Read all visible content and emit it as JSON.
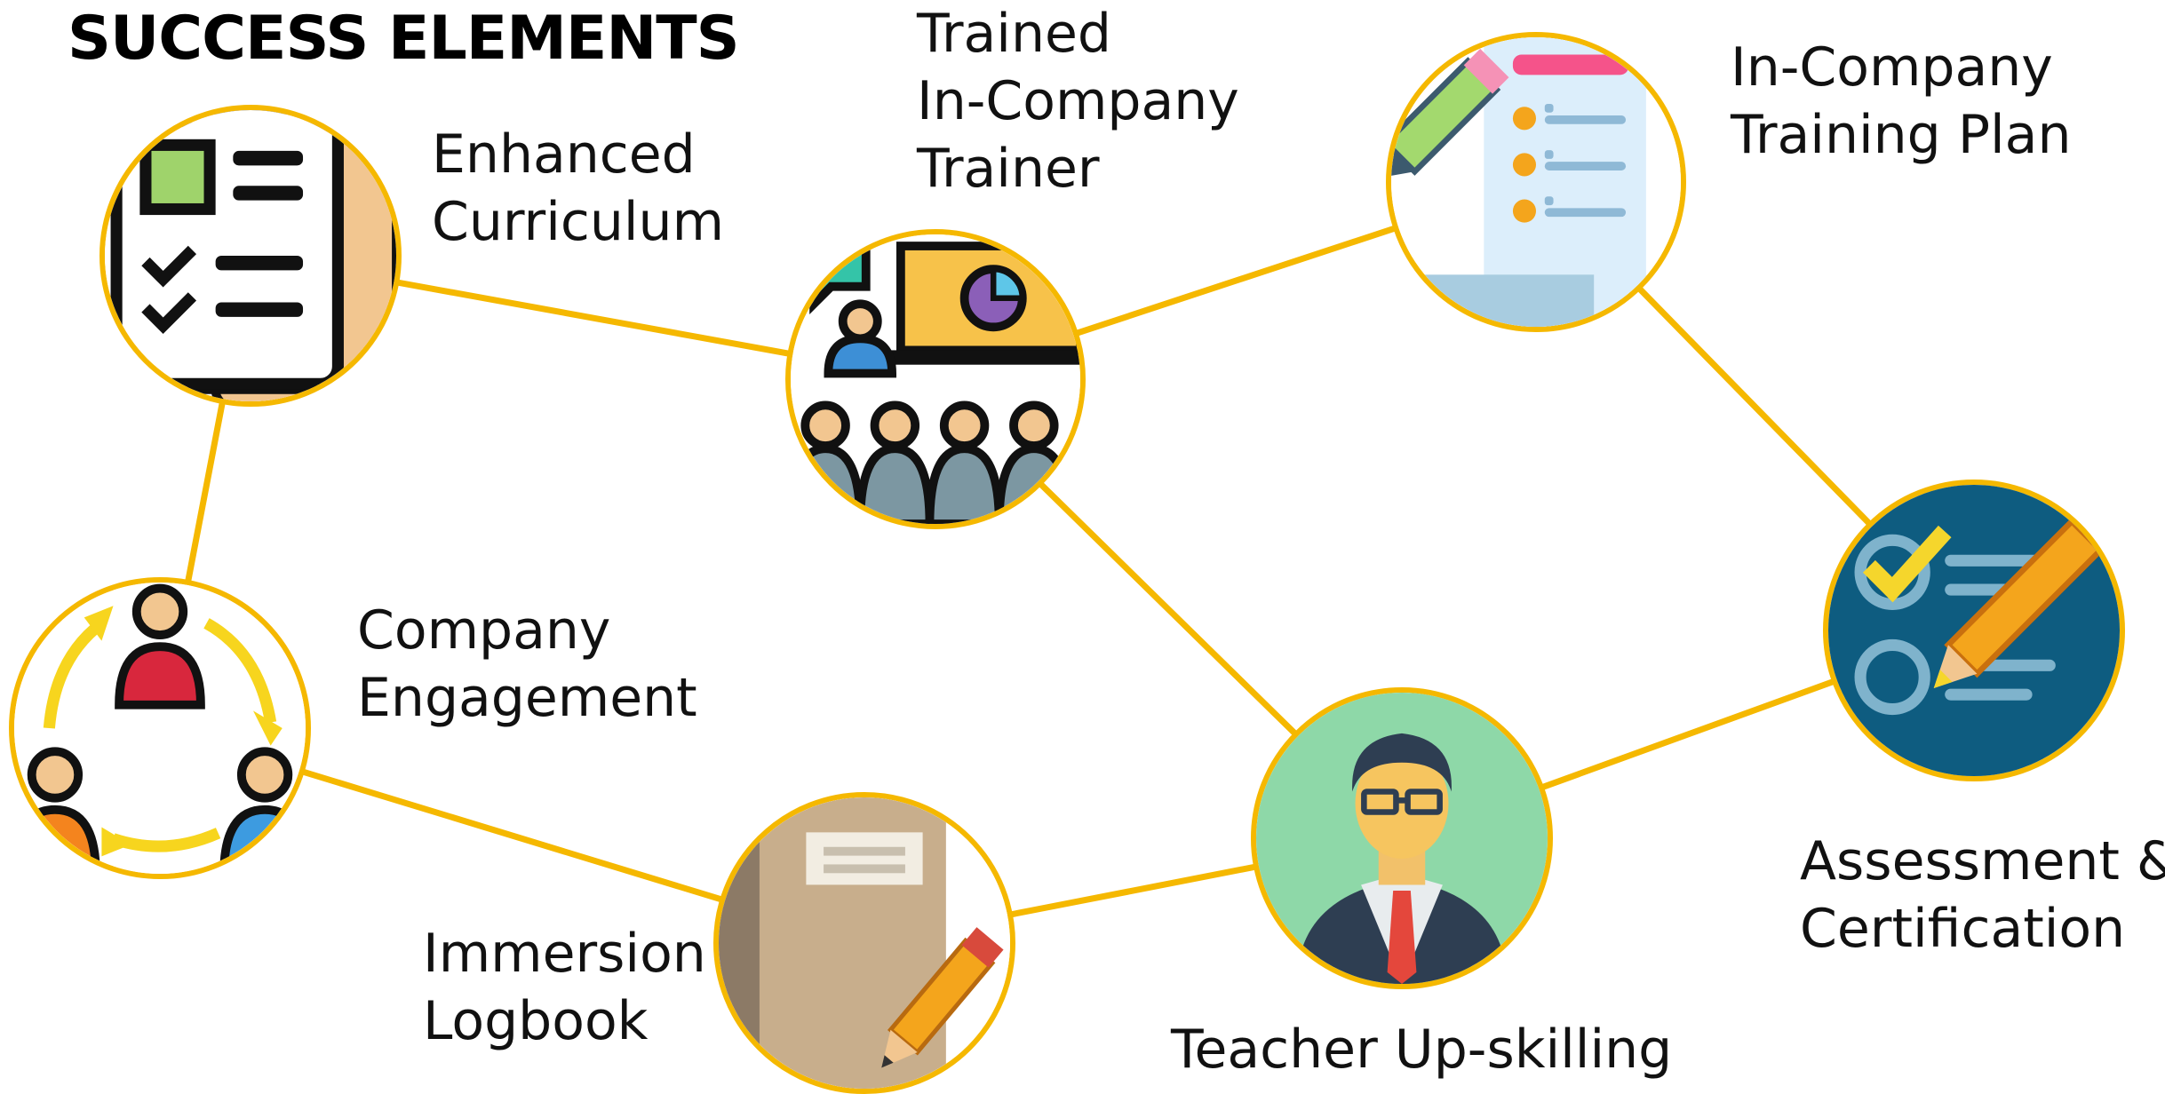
{
  "title": "SUCCESS ELEMENTS",
  "accent_color": "#F5B800",
  "nodes": {
    "enhanced_curriculum": {
      "lines": [
        "Enhanced",
        "Curriculum"
      ],
      "icon": "checklist-document-icon"
    },
    "trained_trainer": {
      "lines": [
        "Trained",
        "In-Company",
        "Trainer"
      ],
      "icon": "presentation-trainer-icon"
    },
    "training_plan": {
      "lines": [
        "In-Company",
        "Training Plan"
      ],
      "icon": "plan-document-pencil-icon"
    },
    "company_engagement": {
      "lines": [
        "Company",
        "Engagement"
      ],
      "icon": "people-cycle-icon"
    },
    "assessment": {
      "lines": [
        "Assessment &",
        "Certification"
      ],
      "icon": "checkmark-pencil-icon"
    },
    "immersion_logbook": {
      "lines": [
        "Immersion",
        "Logbook"
      ],
      "icon": "notebook-pencil-icon"
    },
    "teacher_upskilling": {
      "lines": [
        "Teacher Up-skilling"
      ],
      "icon": "businessman-icon"
    }
  }
}
